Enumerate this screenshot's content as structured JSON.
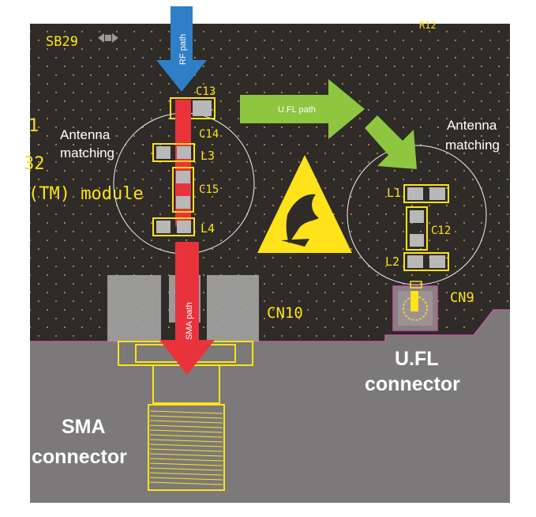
{
  "silkscreen": {
    "sb29": "SB29",
    "r12": "R12",
    "left_edge_1": "1",
    "left_edge_2": "32",
    "module": "(TM) module",
    "c13": "C13",
    "c14": "C14",
    "l3": "L3",
    "c15": "C15",
    "l4": "L4",
    "cn10": "CN10",
    "l1": "L1",
    "c12": "C12",
    "l2": "L2",
    "cn9": "CN9"
  },
  "arrows": {
    "rf_path": "RF path",
    "ufl_path": "U.FL path",
    "sma_path": "SMA path"
  },
  "annotations": {
    "antenna_matching_left_line1": "Antenna",
    "antenna_matching_left_line2": "matching",
    "antenna_matching_right_line1": "Antenna",
    "antenna_matching_right_line2": "matching",
    "ufl_connector_line1": "U.FL",
    "ufl_connector_line2": "connector",
    "sma_connector_line1": "SMA",
    "sma_connector_line2": "connector"
  },
  "colors": {
    "board": "#2e2b28",
    "board_dots": "#b08a3a",
    "lower_area": "#7b7979",
    "silkscreen": "#ffe21a",
    "rf_arrow": "#2f7fc8",
    "ufl_arrow": "#8ec63f",
    "sma_arrow": "#e8333b",
    "edge_line": "#c25aa0"
  }
}
